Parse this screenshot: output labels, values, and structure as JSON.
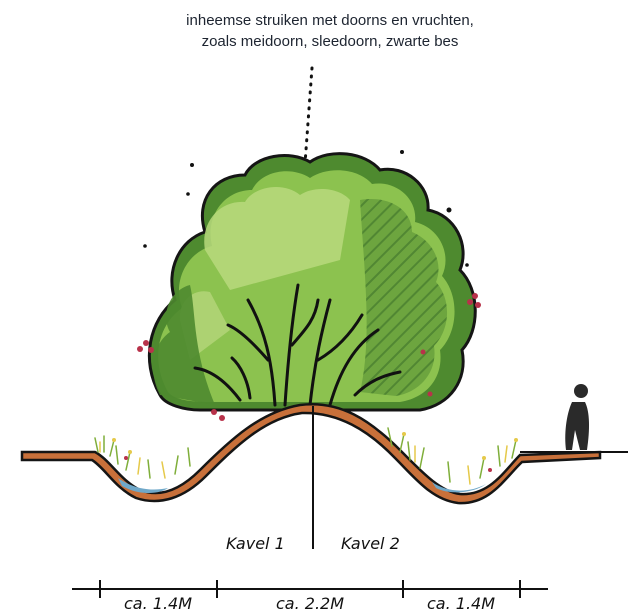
{
  "caption": {
    "line1": "inheemse struiken met doorns en vruchten,",
    "line2": "zoals meidoorn, sleedoorn, zwarte bes"
  },
  "labels": {
    "kavel_left": "Kavel 1",
    "kavel_right": "Kavel 2"
  },
  "measurements": [
    "ca. 1.4M",
    "ca. 2.2M",
    "ca. 1.4M"
  ],
  "colors": {
    "foliage_light": "#b5d67a",
    "foliage_mid": "#7fb348",
    "foliage_dark": "#4f8a33",
    "soil": "#c8703a",
    "water": "#6fa8c9",
    "berries": "#b8324a",
    "ink": "#111111"
  }
}
